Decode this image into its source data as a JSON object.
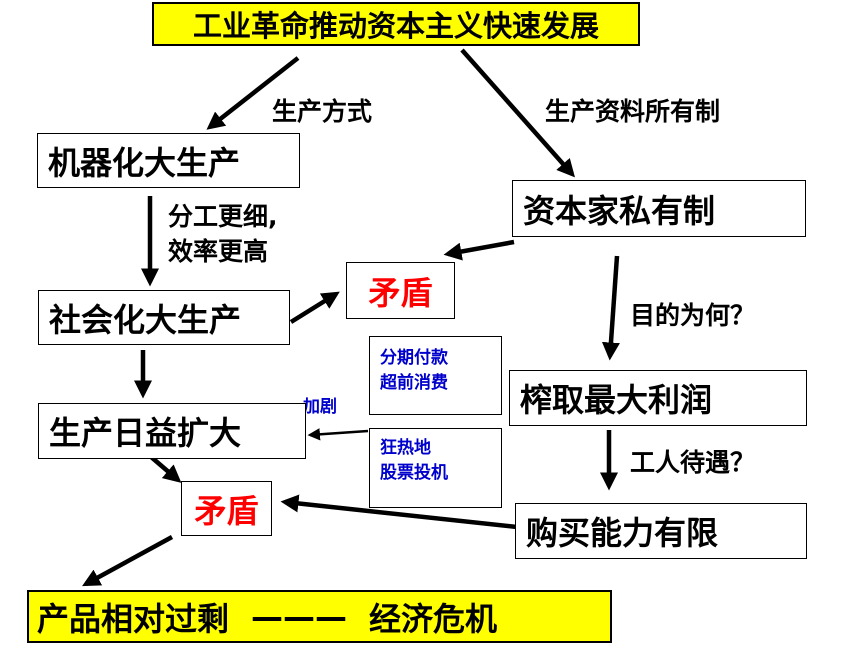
{
  "title": "工业革命推动资本主义快速发展",
  "left_branch_label": "生产方式",
  "right_branch_label": "生产资料所有制",
  "nodes": {
    "machine_production": "机器化大生产",
    "capitalist_ownership": "资本家私有制",
    "socialized_production": "社会化大生产",
    "contradiction_1": "矛盾",
    "max_profit": "榨取最大利润",
    "expanding_production": "生产日益扩大",
    "contradiction_2": "矛盾",
    "limited_purchasing": "购买能力有限"
  },
  "edge_labels": {
    "division_line1": "分工更细,",
    "division_line2": "效率更高",
    "purpose": "目的为何？",
    "worker_treatment": "工人待遇？",
    "intensify": "加剧"
  },
  "notes": {
    "installment_line1": "分期付款",
    "installment_line2": "超前消费",
    "speculation_line1": "狂热地",
    "speculation_line2": "股票投机"
  },
  "bottom": {
    "overproduction": "产品相对过剩",
    "dash": "———",
    "crisis": "经济危机"
  },
  "colors": {
    "highlight": "#ffff00",
    "contradiction": "#ff0000",
    "note_text": "#0000cc",
    "arrow": "#000000"
  }
}
